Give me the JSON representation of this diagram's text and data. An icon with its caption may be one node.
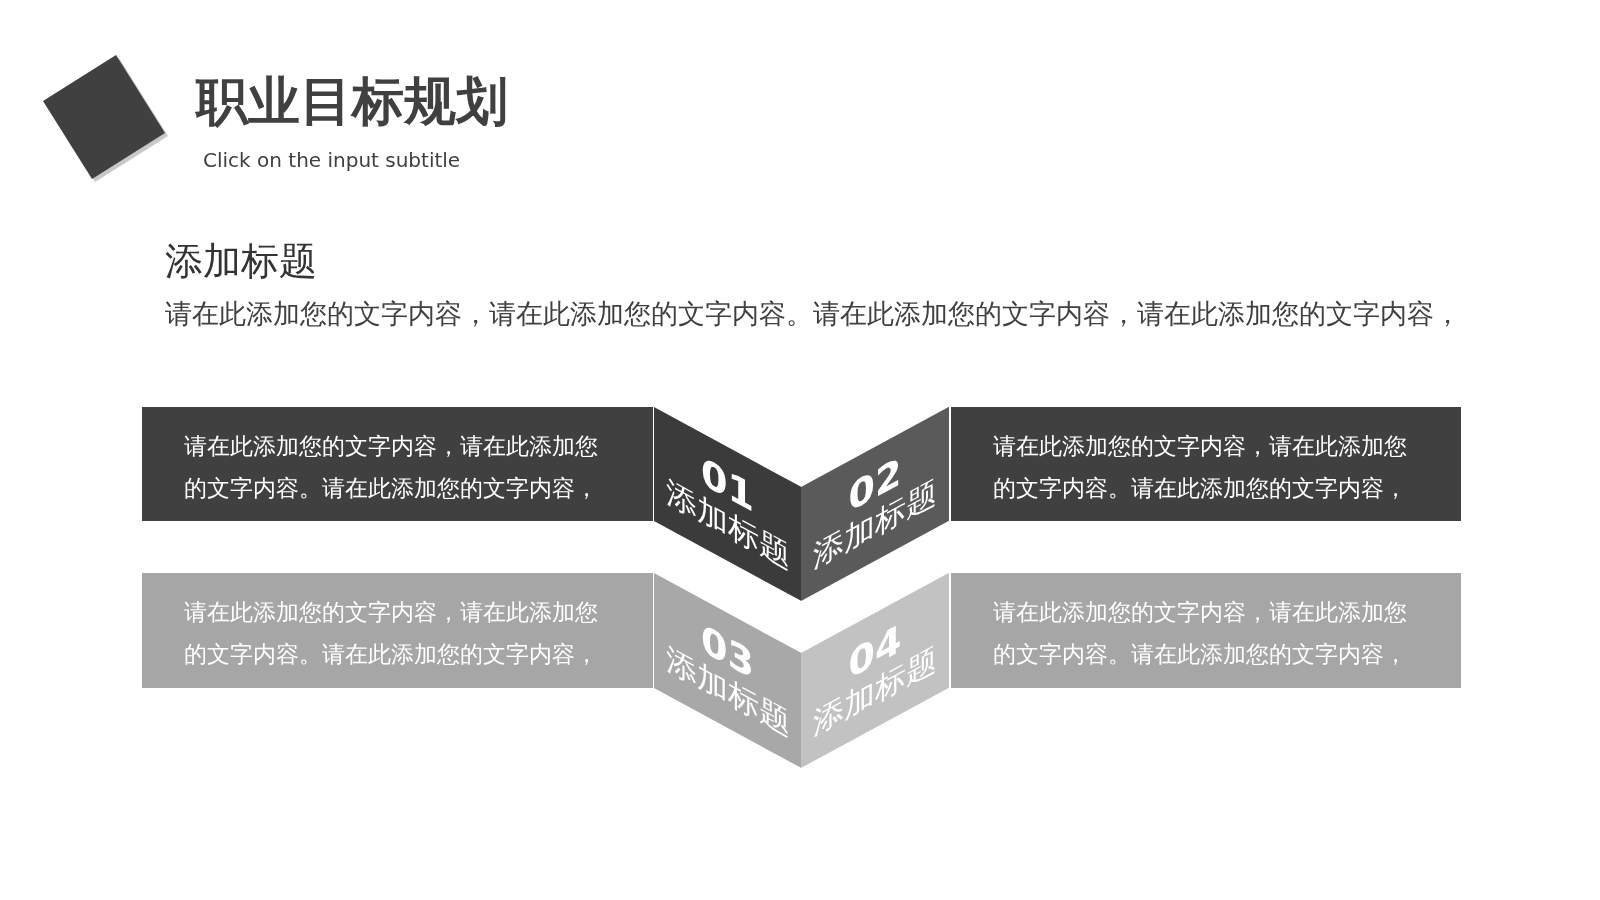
{
  "diagram": {
    "title": "职业目标规划",
    "nodes": [
      {
        "text": [
          "请在此添加您的文字内容，请在此添加您的文字内容。请在此添加您的文字内容，"
        ]
      },
      {
        "text": [
          "01",
          "添加标题"
        ]
      },
      {
        "text": [
          "02",
          "添加标题"
        ]
      },
      {
        "text": [
          "请在此添加您的文字内容，请在此添加您的文字内容。请在此添加您的文字内容，"
        ]
      },
      {
        "text": [
          "请在此添加您的文字内容，请在此添加您的文字内容。请在此添加您的文字内容，"
        ]
      },
      {
        "text": [
          "03",
          "添加标题"
        ]
      },
      {
        "text": [
          "04",
          "添加标题"
        ]
      },
      {
        "text": [
          "请在此添加您的文字内容，请在此添加您的文字内容。请在此添加您的文字内容，"
        ]
      }
    ],
    "labels": [
      "Click on the input subtitle",
      "添加标题",
      "请在此添加您的文字内容，请在此添加您的文字内容。请在此添加您的文字内容，请在此添加您的文字内容，"
    ]
  }
}
